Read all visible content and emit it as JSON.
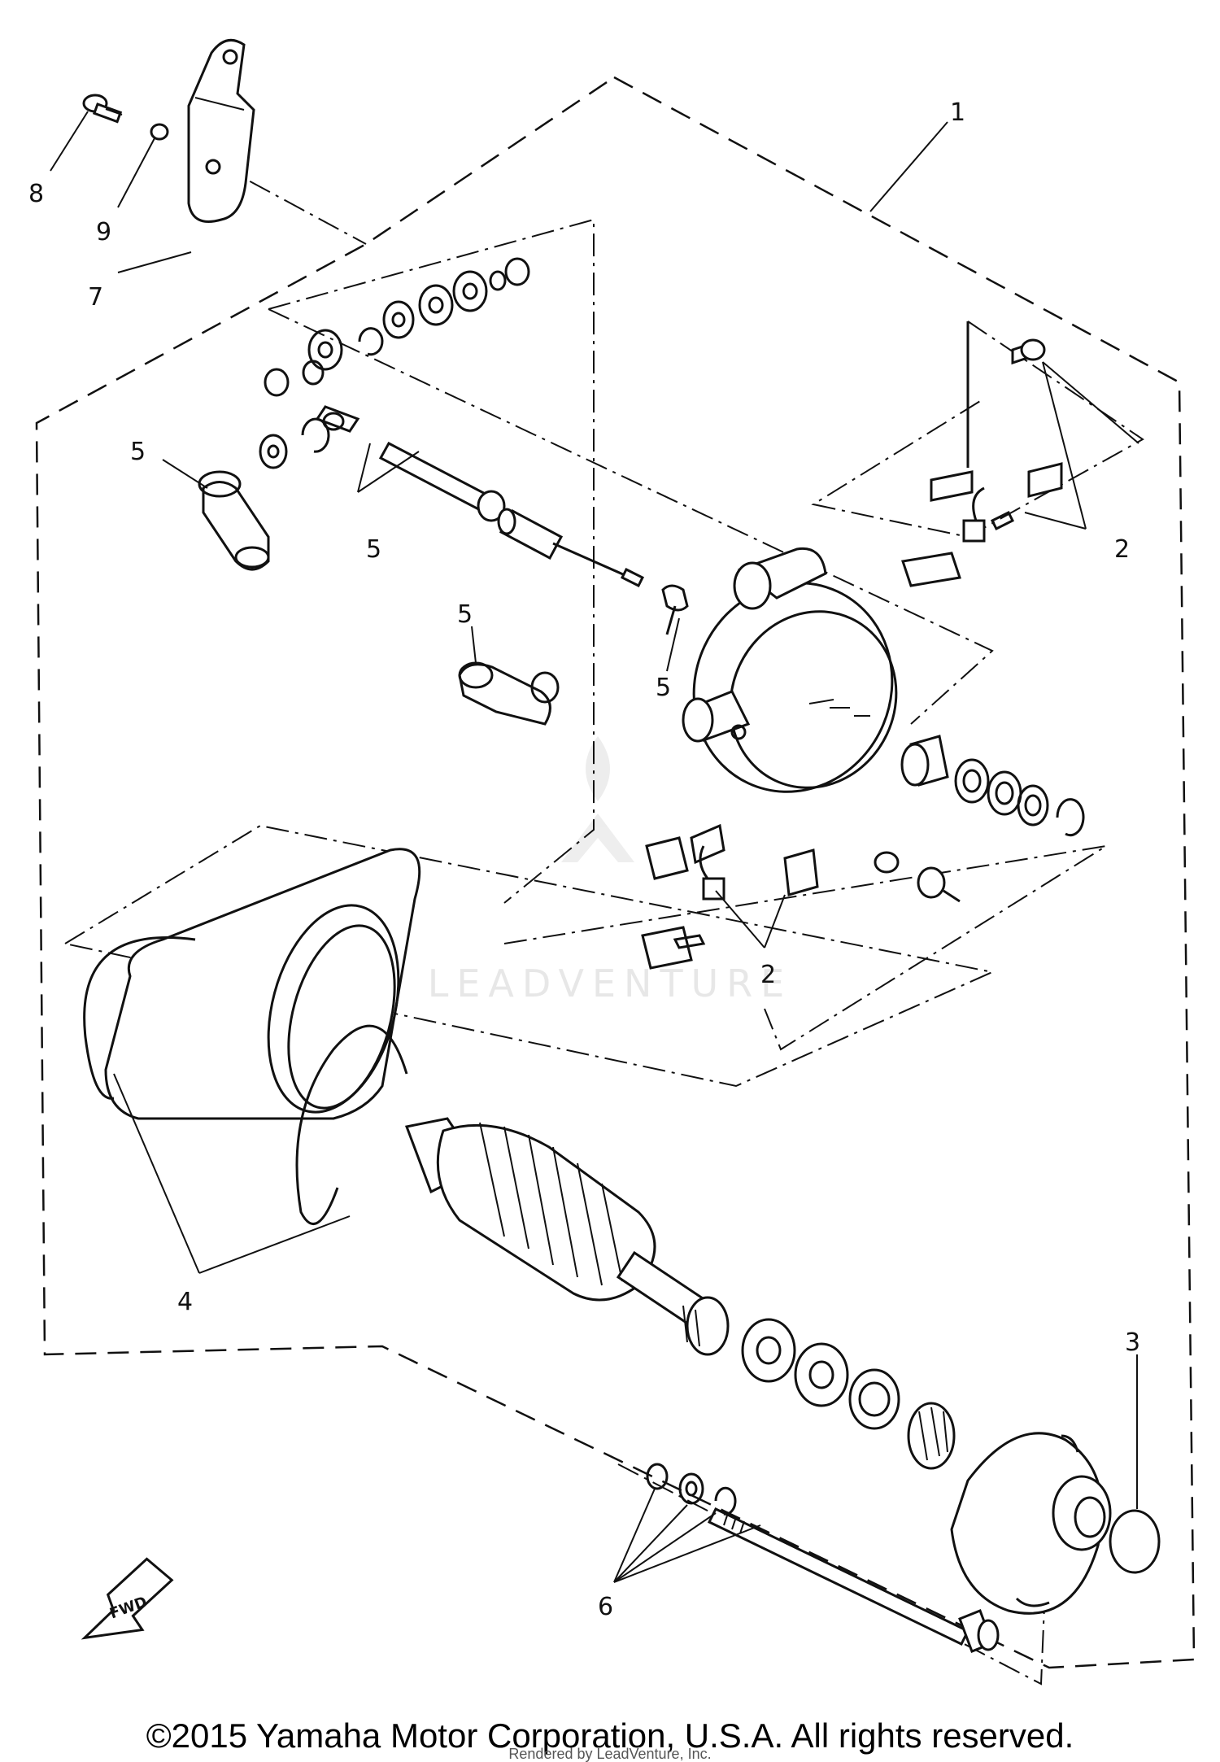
{
  "diagram": {
    "callouts": [
      {
        "id": "1",
        "label": "1"
      },
      {
        "id": "2a",
        "label": "2"
      },
      {
        "id": "2b",
        "label": "2"
      },
      {
        "id": "3",
        "label": "3"
      },
      {
        "id": "4",
        "label": "4"
      },
      {
        "id": "5a",
        "label": "5"
      },
      {
        "id": "5b",
        "label": "5"
      },
      {
        "id": "5c",
        "label": "5"
      },
      {
        "id": "5d",
        "label": "5"
      },
      {
        "id": "6",
        "label": "6"
      },
      {
        "id": "7",
        "label": "7"
      },
      {
        "id": "8",
        "label": "8"
      },
      {
        "id": "9",
        "label": "9"
      }
    ],
    "fwd_label": "FWD",
    "watermark": "LEADVENTURE"
  },
  "footer": {
    "copyright": "©2015 Yamaha Motor Corporation, U.S.A. All rights reserved.",
    "rendered_by": "Rendered by LeadVenture, Inc."
  }
}
